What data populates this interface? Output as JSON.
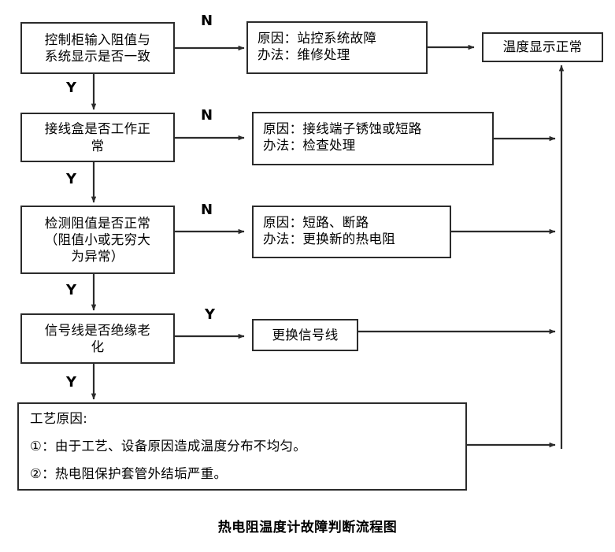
{
  "diagram": {
    "caption": "热电阻温度计故障判断流程图",
    "nodes": {
      "q1": "控制柜输入阻值与\n系统显示是否一致",
      "q2": "接线盒是否工作正\n常",
      "q3": "检测阻值是否正常\n（阻值小或无穷大\n为异常）",
      "q4": "信号线是否绝缘老\n化",
      "a1": "原因：站控系统故障\n办法：维修处理",
      "a2": "原因：接线端子锈蚀或短路\n办法：检查处理",
      "a3": "原因：短路、断路\n办法：更换新的热电阻",
      "a4": "更换信号线",
      "result": "温度显示正常",
      "process": {
        "title": "工艺原因:",
        "item1": "①：由于工艺、设备原因造成温度分布不均匀。",
        "item2": "②：热电阻保护套管外结垢严重。"
      }
    },
    "edge_labels": {
      "n1": "N",
      "n2": "N",
      "n3": "N",
      "y1": "Y",
      "y2": "Y",
      "y3": "Y",
      "y4": "Y",
      "y5": "Y"
    },
    "colors": {
      "stroke": "#2b2b2b",
      "text": "#000000",
      "background": "#ffffff"
    }
  }
}
